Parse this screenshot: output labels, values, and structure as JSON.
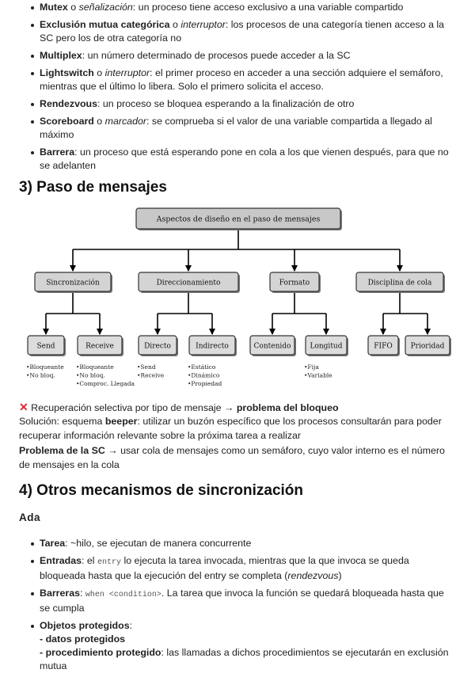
{
  "top_list": [
    {
      "b": "Mutex",
      "sep": " o ",
      "i": "señalización",
      "rest": ": un proceso tiene acceso exclusivo a una variable compartido"
    },
    {
      "b": "Exclusión mutua categórica",
      "sep": " o ",
      "i": "interruptor",
      "rest": ": los procesos de una categoría tienen acceso a la SC pero los de otra categoría no"
    },
    {
      "b": "Multiplex",
      "sep": "",
      "i": "",
      "rest": ": un número determinado de procesos puede acceder a la SC"
    },
    {
      "b": "Lightswitch",
      "sep": " o ",
      "i": "interruptor",
      "rest": ": el primer proceso en acceder a una sección adquiere el semáforo, mientras que el último lo libera. Solo el primero solicita el acceso."
    },
    {
      "b": "Rendezvous",
      "sep": "",
      "i": "",
      "rest": ": un proceso se bloquea esperando a la finalización de otro"
    },
    {
      "b": "Scoreboard",
      "sep": " o ",
      "i": "marcador",
      "rest": ": se comprueba si el valor de una variable compartida a llegado al máximo"
    },
    {
      "b": "Barrera",
      "sep": "",
      "i": "",
      "rest": ": un proceso que está esperando pone en cola a los que vienen después, para que no se adelanten"
    }
  ],
  "section3_title": "3) Paso de mensajes",
  "diagram": {
    "root": "Aspectos de diseño en el paso de mensajes",
    "groups": [
      {
        "label": "Sincronización",
        "children": [
          {
            "label": "Send",
            "notes": [
              "•Bloqueante",
              "•No bloq."
            ]
          },
          {
            "label": "Receive",
            "notes": [
              "•Bloqueante",
              "•No bloq.",
              "•Comproc. Llegada"
            ]
          }
        ]
      },
      {
        "label": "Direccionamiento",
        "children": [
          {
            "label": "Directo",
            "notes": [
              "•Send",
              "•Receive"
            ]
          },
          {
            "label": "Indirecto",
            "notes": [
              "•Estático",
              "•Dinámico",
              "•Propiedad"
            ]
          }
        ]
      },
      {
        "label": "Formato",
        "children": [
          {
            "label": "Contenido",
            "notes": []
          },
          {
            "label": "Longitud",
            "notes": [
              "•Fija",
              "•Variable"
            ]
          }
        ]
      },
      {
        "label": "Disciplina de cola",
        "children": [
          {
            "label": "FIFO",
            "notes": []
          },
          {
            "label": "Prioridad",
            "notes": []
          }
        ]
      }
    ]
  },
  "cross_icon": "cross-mark-icon",
  "line1": {
    "pre": " Recuperación selectiva por tipo de mensaje ",
    "arrow": "→",
    "bold": "problema del bloqueo"
  },
  "line2": {
    "pre": "Solución: esquema ",
    "bold": "beeper",
    "rest": ": utilizar un buzón específico que los procesos consultarán para poder recuperar información relevante sobre la próxima tarea a realizar"
  },
  "line3": {
    "bold": "Problema de la SC",
    "arrow": "→",
    "rest": " usar cola de mensajes como un semáforo, cuyo valor interno es el número de mensajes en la cola"
  },
  "section4_title": "4) Otros mecanismos de sincronización",
  "ada_title": "Ada",
  "ada": {
    "tarea": {
      "b": "Tarea",
      "rest": ": ~hilo, se ejecutan de manera concurrente"
    },
    "entradas": {
      "b": "Entradas",
      "pre": ": el ",
      "code": "entry",
      "mid": " lo ejecuta la tarea invocada, mientras que la que invoca se queda bloqueada hasta que la ejecución del entry se completa (",
      "i": "rendezvous",
      "end": ")"
    },
    "barreras": {
      "b": "Barreras",
      "pre": ": ",
      "code": "when <condition>",
      "rest": ". La tarea que invoca la función se quedará bloqueada hasta que se cumpla"
    },
    "objetos": {
      "b": "Objetos protegidos",
      "colon": ":",
      "sub1": "- datos protegidos",
      "sub2b": "- procedimiento protegido",
      "sub2": ": las llamadas a dichos procedimientos se ejecutarán en exclusión mutua"
    }
  }
}
